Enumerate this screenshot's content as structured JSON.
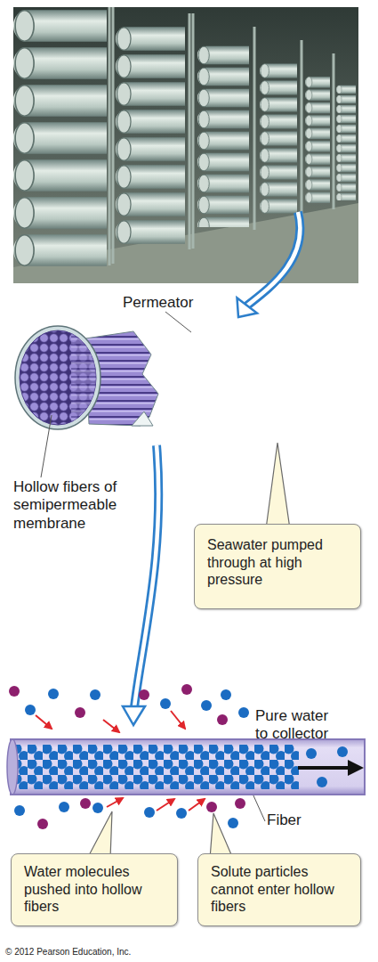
{
  "diagram": {
    "nodes": [
      {
        "text": [
          "Seawater pumped through at high pressure"
        ]
      },
      {
        "text": [
          "Water molecules pushed into hollow fibers"
        ]
      },
      {
        "text": [
          "Solute particles cannot enter hollow fibers"
        ]
      }
    ],
    "labels": [
      "Permeator",
      "Hollow fibers of semipermeable membrane",
      "Pure water to collector",
      "Fiber",
      "© 2012 Pearson Education, Inc."
    ]
  }
}
